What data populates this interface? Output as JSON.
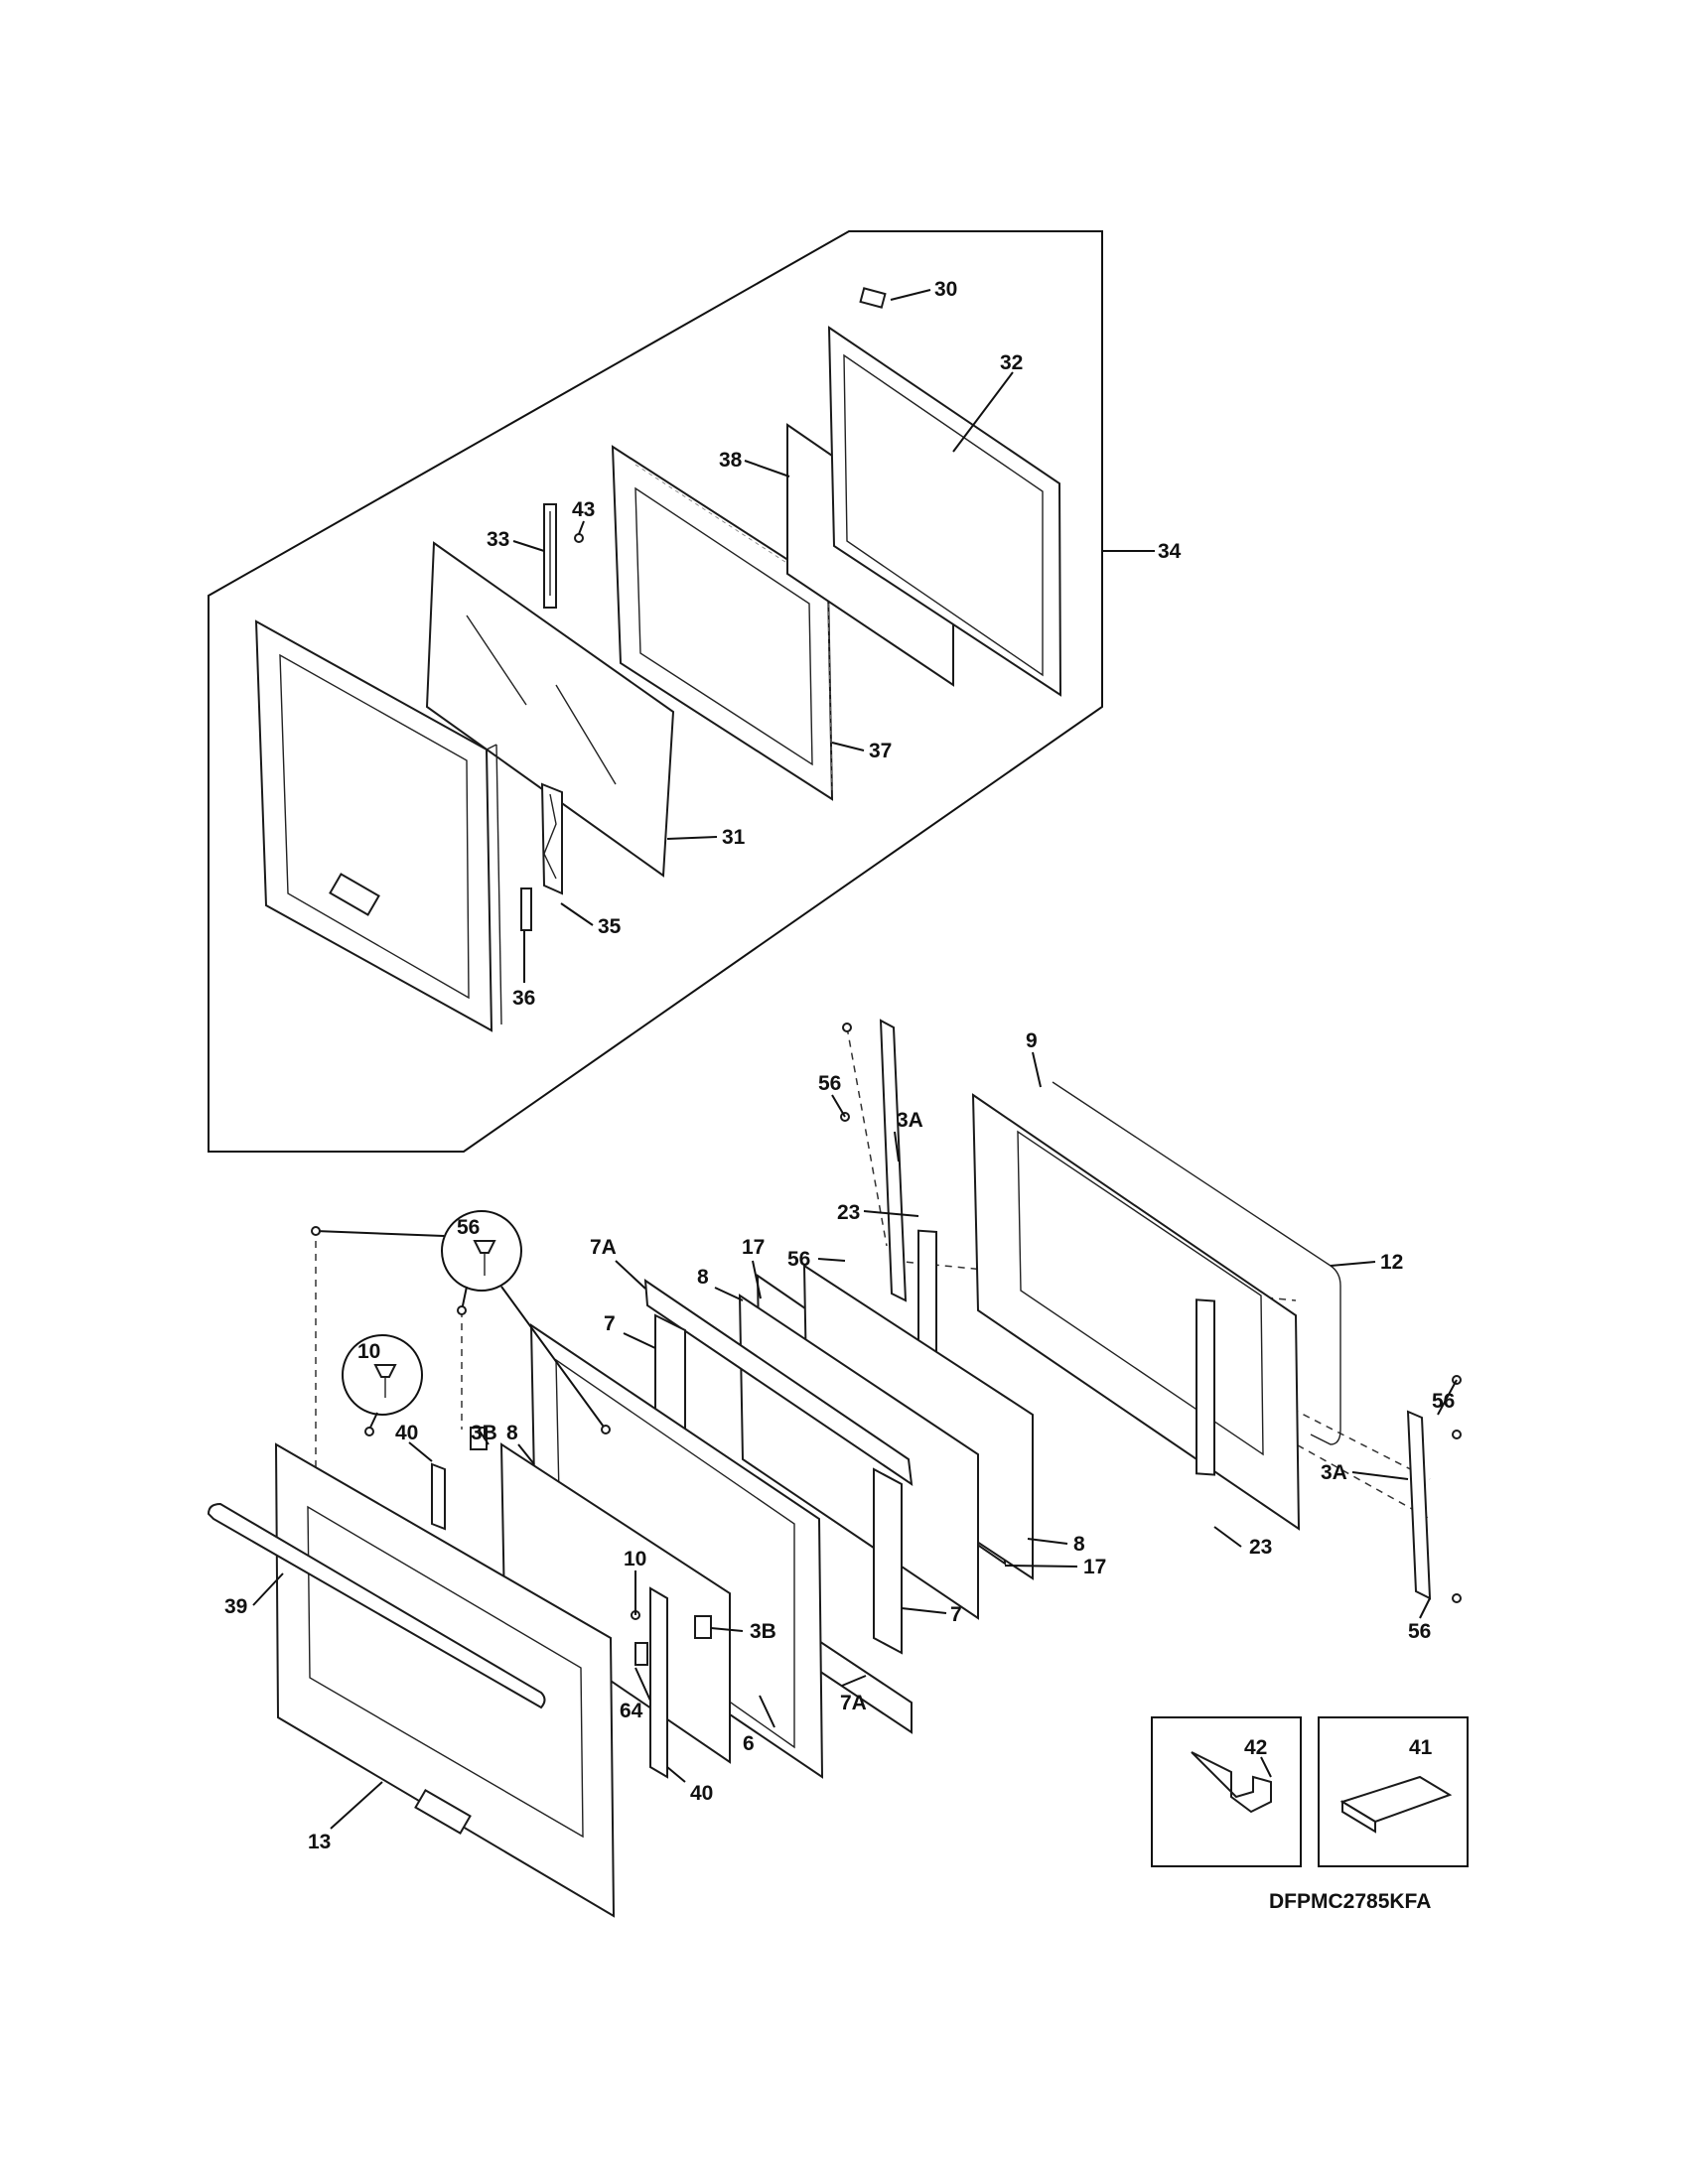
{
  "diagram": {
    "reference_code": "DFPMC2785KFA",
    "callouts": {
      "p30": "30",
      "p32": "32",
      "p38": "38",
      "p34": "34",
      "p43": "43",
      "p33": "33",
      "p37": "37",
      "p31": "31",
      "p35": "35",
      "p36": "36",
      "p56a": "56",
      "p9": "9",
      "p3Aa": "3A",
      "p23a": "23",
      "p17a": "17",
      "p56b": "56",
      "p12": "12",
      "p56c": "56",
      "p7Aa": "7A",
      "p8a": "8",
      "p7a": "7",
      "p10a": "10",
      "p40a": "40",
      "p3Ba": "3B",
      "p8b": "8",
      "p56d": "56",
      "p3Ab": "3A",
      "p8c": "8",
      "p23b": "23",
      "p17b": "17",
      "p39": "39",
      "p10b": "10",
      "p3Bb": "3B",
      "p7b": "7",
      "p56e": "56",
      "p7Ab": "7A",
      "p64": "64",
      "p6": "6",
      "p40b": "40",
      "p13": "13",
      "p42": "42",
      "p41": "41"
    }
  }
}
